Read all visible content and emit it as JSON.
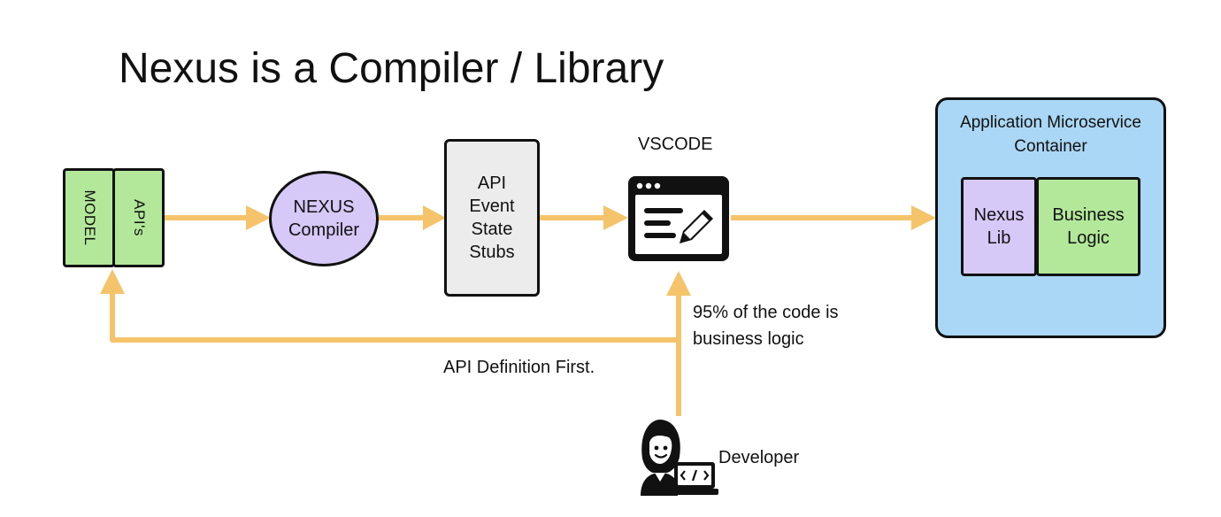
{
  "title": "Nexus is a Compiler / Library",
  "model_box": {
    "model_label": "MODEL",
    "apis_label": "API's"
  },
  "compiler": {
    "line1": "NEXUS",
    "line2": "Compiler"
  },
  "stubs": {
    "lines": [
      "API",
      "Event",
      "State",
      "Stubs"
    ]
  },
  "vscode": {
    "label": "VSCODE"
  },
  "container": {
    "title_line1": "Application Microservice",
    "title_line2": "Container",
    "nexus_lib": {
      "line1": "Nexus",
      "line2": "Lib"
    },
    "business_logic": {
      "line1": "Business",
      "line2": "Logic"
    }
  },
  "note": {
    "line1": "95% of the code is",
    "line2": "business logic"
  },
  "feedback_label": "API Definition First.",
  "developer_label": "Developer",
  "colors": {
    "arrow": "#f5c46a",
    "green": "#b3e89a",
    "purple": "#d6c8f7",
    "blue": "#aad7f5",
    "gray": "#ececec"
  }
}
